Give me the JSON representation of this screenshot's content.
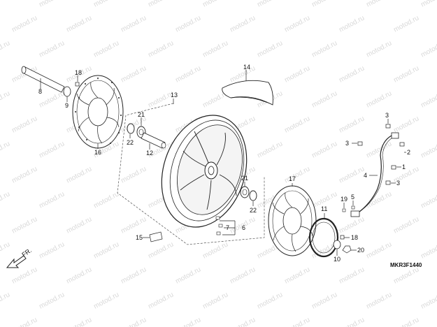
{
  "watermark": "motod.ru",
  "diagram_code": "MKR3F1440",
  "direction_label": "FR.",
  "labels": {
    "1": "1",
    "2": "2",
    "3a": "3",
    "3b": "3",
    "3c": "3",
    "4": "4",
    "5": "5",
    "6": "6",
    "7": "7",
    "8": "8",
    "9": "9",
    "10": "10",
    "11": "11",
    "12": "12",
    "13": "13",
    "14": "14",
    "15": "15",
    "16": "16",
    "17": "17",
    "18a": "18",
    "18b": "18",
    "19": "19",
    "20": "20",
    "21a": "21",
    "21b": "21",
    "22a": "22",
    "22b": "22"
  }
}
